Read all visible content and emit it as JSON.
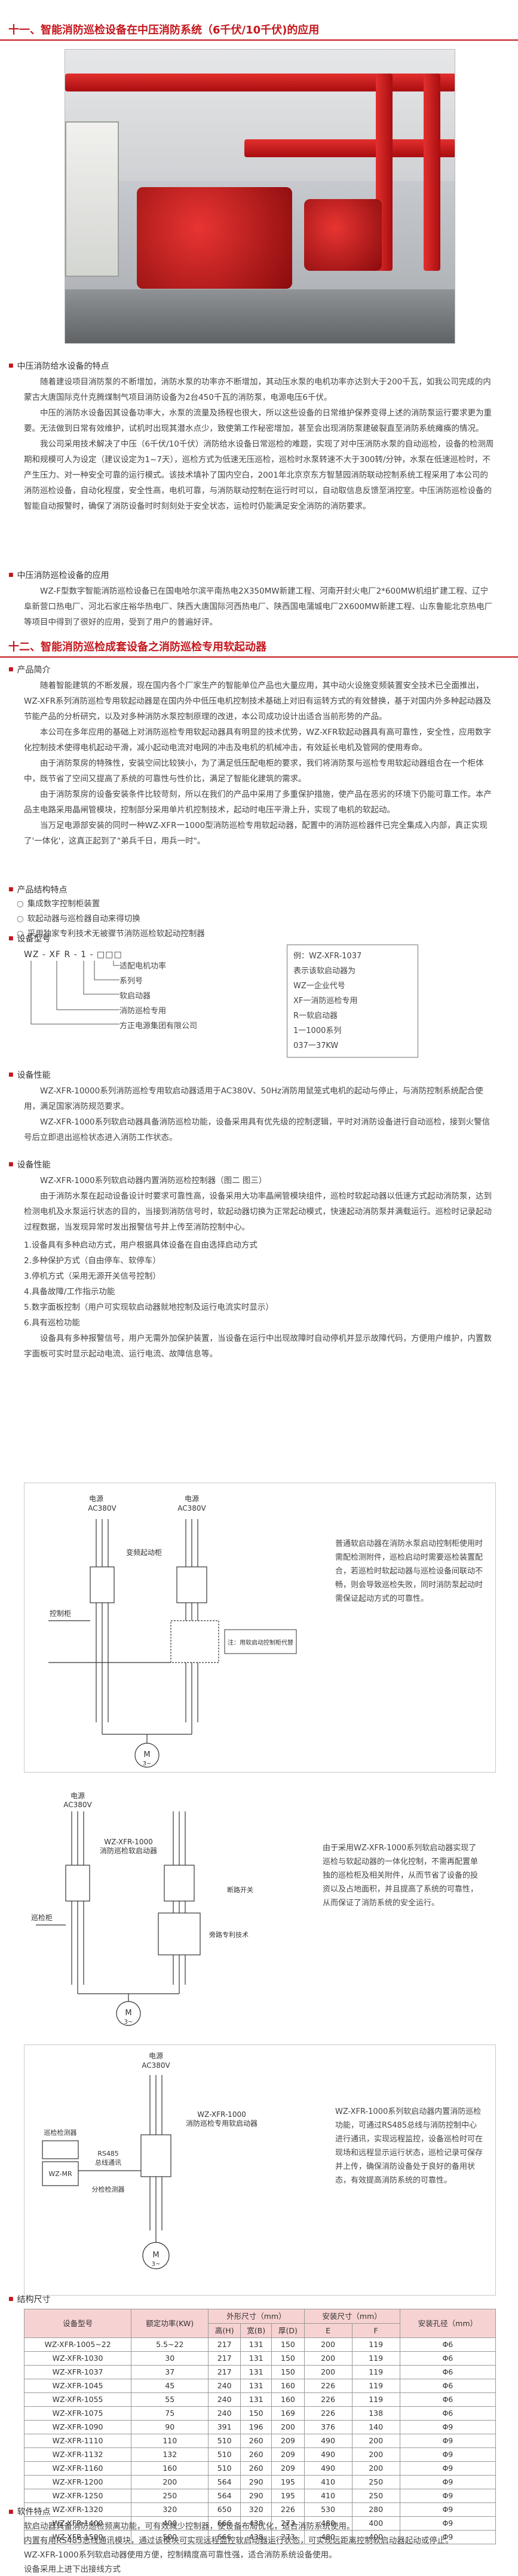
{
  "section11": {
    "title": "十一、智能消防巡检设备在中压消防系统（6千伏/10千伏)的应用"
  },
  "section11_text": {
    "h1": "中压消防给水设备的特点",
    "p1": "随着建设项目消防泵的不断增加，消防水泵的功率亦不断增加，其动压水泵的电机功率亦达到大于200千瓦，如我公司完成的内蒙古大唐国际克什克腾煤制气项目消防设备为2台450千瓦的消防泵，电源电压6千伏。",
    "p2": "中压的消防水设备因其设备功率大，水泵的流量及扬程也很大，所以这些设备的日常维护保养变得上述的消防泵运行要求更为重要。无法做到日常有效维护，试机时出现其潜水点少，致使第工作秘密增加，甚至会出现消防泵建破裂直至消防系统瘫痪的情况。",
    "p3": "我公司采用技术解决了中压（6千伏/10千伏）消防给水设备日常巡检的难题，实现了对中压消防水泵的自动巡检，设备的检测周期和规模可人为设定（建议设定为1~7天），巡检方式为低速无压巡检，巡检时水泵转速不大于300转/分钟，水泵在低速巡检时，不产生压力、对一种安全可靠的运行模式。该技术填补了国内空白，2001年北京京东方智慧园消防联动控制系统工程采用了本公司的消防巡检设备，自动化程度，安全性高，电机可靠，与消防联动控制在运行时可以，自动取信息反馈至消控室。中压消防巡检设备的智能自动报警时，确保了消防设备时时刻刻处于安全状态，运检时仍能满足安全消防的消防要求。",
    "h2": "中压消防巡检设备的应用",
    "p4": "WZ-F型数字智能消防巡检设备已在国电哈尔滨平南热电2X350MW新建工程、河南开封火电厂2*600MW机组扩建工程、辽宁阜新营口热电厂、河北石家庄裕华热电厂、陕西大唐国际河西热电厂、陕西国电蒲城电厂2X600MW新建工程、山东鲁能北京热电厂等项目中得到了很好的应用，受到了用户的普遍好评。"
  },
  "section12": {
    "title": "十二、智能消防巡检成套设备之消防巡检专用软起动器"
  },
  "section12_text": {
    "h1": "产品简介",
    "p1": "随着智能建筑的不断发展，现在国内各个厂家生产的智能单位产品也大量应用，其中动火设施变频装置安全技术已全面推出，WZ-XFR系列消防巡检专用软起动器是在国内外中低压电机控制技术基础上对旧有运转方式的有效替换，基于对国内外多种起动器及节能产品的分析研究，以及对多种消防水泵控制原理的改进，本公司成功设计出适合当前形势的产品。",
    "p2": "本公司在多年应用的基础上对消防巡检专用软起动器具有明显的技术优势，WZ-XFR软起动器具有高可靠性，安全性，应用数字化控制技术使得电机起动平滑，减小起动电流对电网的冲击及电机的机械冲击，有效延长电机及管网的使用寿命。",
    "p3": "由于消防泵房的特殊性，安装空间比较狭小，为了满足低压配电柜的要求，我们将消防泵与巡检专用软起动器组合在一个柜体中，既节省了空间又提高了系统的可靠性与性价比，满足了智能化建筑的需求。",
    "p4": "由于消防泵房的设备安装条件比较苛刻，所以在我们的产品中采用了多重保护措施，使产品在恶劣的环境下仍能可靠工作。本产品主电路采用晶闸管模块，控制部分采用单片机控制技术，起动时电压平滑上升，实现了电机的软起动。",
    "p5": "当万足电源部安装的同时一种WZ-XFR一1000型消防巡检专用软起动器，配置中的消防巡检器件已完全集成入内部，真正实现了'一体化'，这真正起到了\"弟兵千日，用兵一时\"。",
    "h2": "产品结构特点",
    "opts": [
      "集成数字控制柜装置",
      "软起动器与巡检器自动来得切换",
      "采用独家专利技术无被骤节消防巡检软起动控制器"
    ],
    "h3": "设备型号",
    "model_code": "WZ - XF R - 1 - □□□",
    "model_lines": [
      "适配电机功率",
      "系列号",
      "软启动器",
      "消防巡检专用",
      "方正电源集团有限公司"
    ],
    "example_lines": [
      "例：WZ-XFR-1037",
      "表示该软启动器为",
      "WZ一企业代号",
      "XF一消防巡检专用",
      "R一软启动器",
      "1一1000系列",
      "037一37KW"
    ],
    "h4": "设备性能",
    "p6": "WZ-XFR-10000系列消防巡检专用软启动器适用于AC380V、50Hz消防用鼠笼式电机的起动与停止，与消防控制系统配合使用，满足国家消防规范要求。",
    "p7": "WZ-XFR-1000系列软启动器具备消防巡检功能，设备采用具有优先级的控制逻辑，平时对消防设备进行自动巡检，接到火警信号后立即退出巡检状态进入消防工作状态。",
    "h5": "设备性能",
    "p8": "WZ-XFR-1000系列软启动器内置消防巡检控制器（图二 图三）",
    "p9": "由于消防水泵在起动设备设计时要求可靠性高，设备采用大功率晶闸管模块组件，巡检时软起动器以低速方式起动消防泵，达到检测电机及水泵运行状态的目的，当接到消防信号时，软起动器切换为正常起动模式，快速起动消防泵并满载运行。巡检时记录起动过程数据，当发现异常时发出报警信号并上传至消防控制中心。",
    "features": [
      "1.设备具有多种启动方式，用户根据具体设备在自由选择启动方式",
      "2.多种保护方式（自由停车、软停车）",
      "3.停机方式（采用无源开关信号控制）",
      "4.具备故障/工作指示功能",
      "5.数字面板控制（用户可实现软启动器就地控制及运行电流实时显示）",
      "6.具有巡检功能"
    ],
    "p10": "设备具有多种报警信号，用户无需外加保护装置，当设备在运行中出现故障时自动停机并显示故障代码，方便用户维护，内置数字面板可实时显示起动电流、运行电流、故障信息等。"
  },
  "diagram1": {
    "labels": {
      "power1": "电源",
      "ac1": "AC380V",
      "power2": "电源",
      "ac2": "AC380V",
      "bypass": "变频起动柜",
      "ctrl": "控制柜",
      "motor": "M",
      "phase": "3~",
      "note": "注：用软启动控制柜代替"
    },
    "desc": "普通软启动器在消防水泵启动控制柜使用时需配检测附件，巡检启动时需要巡检装置配合，若巡检时软起动器与巡检设备间联动不畅，则会导致巡检失败，同时消防泵起动时需保证起动方式的可靠性。"
  },
  "diagram2": {
    "labels": {
      "power": "电源",
      "ac": "AC380V",
      "device": "WZ-XFR-1000",
      "device_sub": "消防巡检软启动器",
      "patrol": "巡检柜",
      "kw": "断路开关",
      "note": "旁路专利技术",
      "motor": "M",
      "phase": "3~"
    },
    "desc": "由于采用WZ-XFR-1000系列软启动器实现了巡检与软起动器的一体化控制，不需再配置单独的巡检柜及相关附件，从而节省了设备的投资以及占地面积，并且提高了系统的可靠性，从而保证了消防系统的安全运行。"
  },
  "diagram3": {
    "labels": {
      "power": "电源",
      "ac": "AC380V",
      "device": "WZ-XFR-1000",
      "device_sub": "消防巡检专用软启动器",
      "rs485": "RS485",
      "rs485_sub": "总线通讯",
      "mr": "WZ-MR",
      "monitor": "分检检测器",
      "patrol": "巡检检测器",
      "motor": "M",
      "phase": "3~"
    },
    "desc": "WZ-XFR-1000系列软启动器内置消防巡检功能，可通过RS485总线与消防控制中心进行通讯，实现远程监控，设备巡检时可在现场和远程显示运行状态，巡检记录可保存并上传，确保消防设备处于良好的备用状态，有效提高消防系统的可靠性。"
  },
  "table": {
    "heading": "结构尺寸",
    "h_model": "设备型号",
    "h_power": "额定功率(KW)",
    "h_dim": "外形尺寸（mm）",
    "h_mount": "安装尺寸（mm）",
    "h_hole": "安装孔径（mm）",
    "h_h": "高(H)",
    "h_w": "宽(B)",
    "h_d": "厚(D)",
    "h_e": "E",
    "h_f": "F",
    "rows": [
      [
        "WZ-XFR-1005~22",
        "5.5~22",
        "217",
        "131",
        "150",
        "200",
        "119",
        "Φ6"
      ],
      [
        "WZ-XFR-1030",
        "30",
        "217",
        "131",
        "150",
        "200",
        "119",
        "Φ6"
      ],
      [
        "WZ-XFR-1037",
        "37",
        "217",
        "131",
        "150",
        "200",
        "119",
        "Φ6"
      ],
      [
        "WZ-XFR-1045",
        "45",
        "240",
        "131",
        "160",
        "226",
        "119",
        "Φ6"
      ],
      [
        "WZ-XFR-1055",
        "55",
        "240",
        "131",
        "160",
        "226",
        "119",
        "Φ6"
      ],
      [
        "WZ-XFR-1075",
        "75",
        "240",
        "150",
        "169",
        "226",
        "138",
        "Φ6"
      ],
      [
        "WZ-XFR-1090",
        "90",
        "391",
        "196",
        "200",
        "376",
        "140",
        "Φ9"
      ],
      [
        "WZ-XFR-1110",
        "110",
        "510",
        "260",
        "209",
        "490",
        "200",
        "Φ9"
      ],
      [
        "WZ-XFR-1132",
        "132",
        "510",
        "260",
        "209",
        "490",
        "200",
        "Φ9"
      ],
      [
        "WZ-XFR-1160",
        "160",
        "510",
        "260",
        "209",
        "490",
        "200",
        "Φ9"
      ],
      [
        "WZ-XFR-1200",
        "200",
        "564",
        "290",
        "195",
        "410",
        "250",
        "Φ9"
      ],
      [
        "WZ-XFR-1250",
        "250",
        "564",
        "290",
        "195",
        "410",
        "250",
        "Φ9"
      ],
      [
        "WZ-XFR-1320",
        "320",
        "650",
        "320",
        "226",
        "530",
        "280",
        "Φ9"
      ],
      [
        "WZ-XFR-1400",
        "400",
        "666",
        "438",
        "273",
        "480",
        "400",
        "Φ9"
      ],
      [
        "WZ-XFR-1500",
        "500",
        "666",
        "438",
        "273",
        "480",
        "400",
        "Φ9"
      ]
    ]
  },
  "footer": {
    "heading": "软件特点",
    "p1": "软启动器具备消防巡检频离功能，可有效减少控制器，使设备布局优化，适合消防系统使用。",
    "p2": "内置有用RS485总线通讯模块，通过该模块可实现远程监控软启动器运行状态，可实现远距离控制软启动器起动或停止。",
    "p3": "WZ-XFR-1000系列软启动器使用方便，控制精度高可靠性强，适合消防系统设备使用。",
    "p4": "设备采用上进下出接线方式"
  },
  "colors": {
    "accent": "#c4161c",
    "header_fill": "#f7d2d2"
  }
}
